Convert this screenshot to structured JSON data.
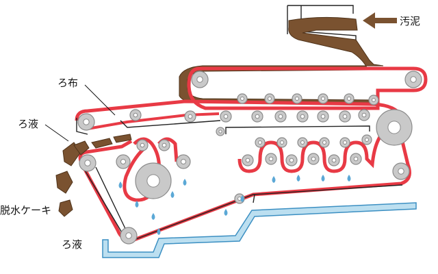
{
  "labels": {
    "sludge": "汚泥",
    "filter_cloth": "ろ布",
    "filtrate_upper": "ろ液",
    "dewatered_cake": "脱水ケーキ",
    "filtrate_lower": "ろ液"
  },
  "colors": {
    "belt": "#e83a45",
    "belt_dark": "#b5232e",
    "frame": "#222222",
    "sludge": "#7a5230",
    "sludge_dark": "#4e3219",
    "roller_fill": "#c9c9c9",
    "roller_dark": "#8a8a8a",
    "water": "#5ba8d6",
    "tray": "#bcdff0",
    "tray_edge": "#3b8fc2",
    "arrow": "#7a5230"
  }
}
